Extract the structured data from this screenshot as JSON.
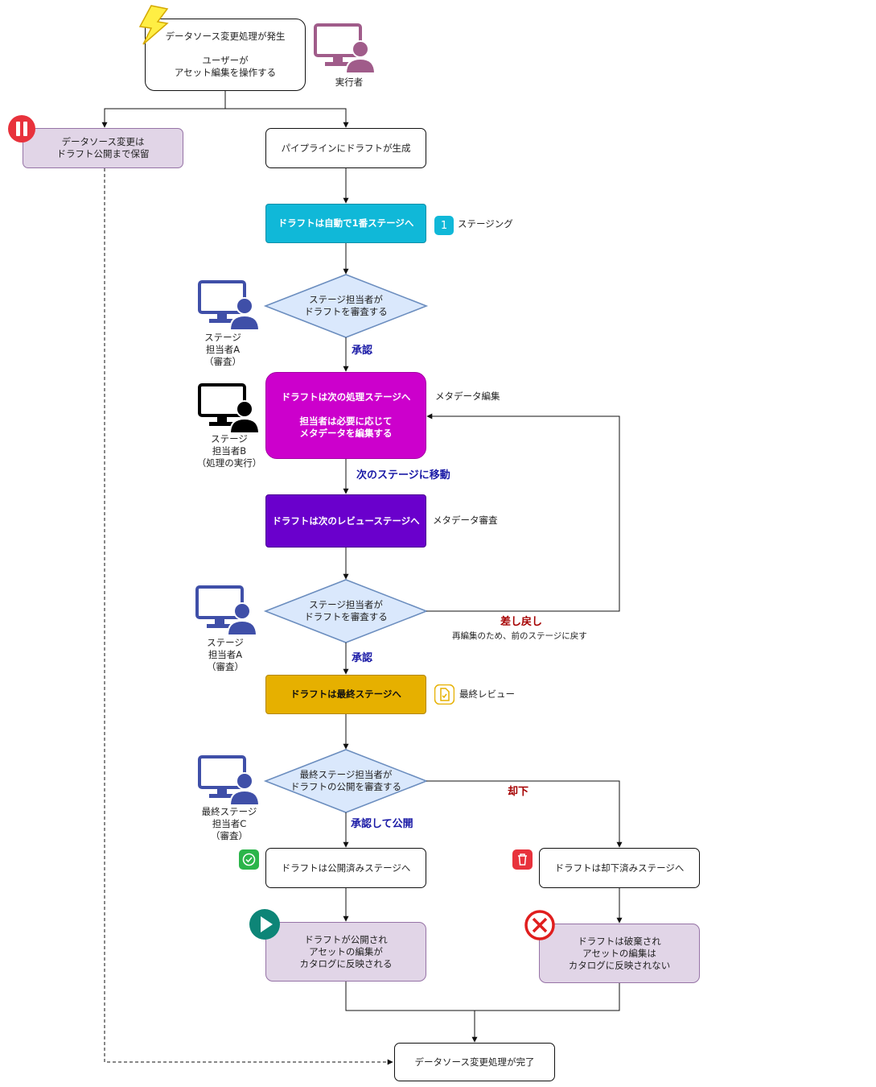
{
  "nodes": {
    "start": "データソース変更処理が発生\n\nユーザーが\nアセット編集を操作する",
    "hold": "データソース変更は\nドラフト公開まで保留",
    "pipeline": "パイプラインにドラフトが生成",
    "stage1": "ドラフトは自動で1番ステージへ",
    "review1": "ステージ担当者が\nドラフトを審査する",
    "process": "ドラフトは次の処理ステージへ\n\n担当者は必要に応じて\nメタデータを編集する",
    "reviewStage": "ドラフトは次のレビューステージへ",
    "review2": "ステージ担当者が\nドラフトを審査する",
    "final": "ドラフトは最終ステージへ",
    "finalReview": "最終ステージ担当者が\nドラフトの公開を審査する",
    "published": "ドラフトは公開済みステージへ",
    "rejected": "ドラフトは却下済みステージへ",
    "pubResult": "ドラフトが公開され\nアセットの編集が\nカタログに反映される",
    "rejResult": "ドラフトは破棄され\nアセットの編集は\nカタログに反映されない",
    "done": "データソース変更処理が完了"
  },
  "actors": {
    "executor": "実行者",
    "stageA1": "ステージ\n担当者A\n（審査）",
    "stageB": "ステージ\n担当者B\n（処理の実行）",
    "stageA2": "ステージ\n担当者A\n（審査）",
    "finalC": "最終ステージ\n担当者C\n（審査）"
  },
  "labels": {
    "approve1": "承認",
    "moveNext": "次のステージに移動",
    "approve2": "承認",
    "sendBack": "差し戻し",
    "sendBackSub": "再編集のため、前のステージに戻す",
    "reject": "却下",
    "approvePublish": "承認して公開",
    "staging": "ステージング",
    "stagingNum": "1",
    "metaEdit": "メタデータ編集",
    "metaReview": "メタデータ審査",
    "finalReviewTag": "最終レビュー"
  },
  "icons": {
    "start": "lightning-icon",
    "hold": "pause-icon",
    "staging": "number-badge-icon",
    "final": "document-check-icon",
    "published": "check-circle-icon",
    "rejected": "trash-icon",
    "pubResult": "play-icon",
    "rejResult": "cancel-icon",
    "actor": "computer-user-icon"
  },
  "colors": {
    "staging": "#10b8d8",
    "processing": "#cc00cc",
    "review": "#6a00cc",
    "final": "#e6b000",
    "decision": "#dae8fc",
    "result": "#e1d5e7",
    "approve": "#1a1aa6",
    "reject": "#a50000",
    "actorBlue": "#3f4fa8",
    "actorMauve": "#a05c8a"
  }
}
